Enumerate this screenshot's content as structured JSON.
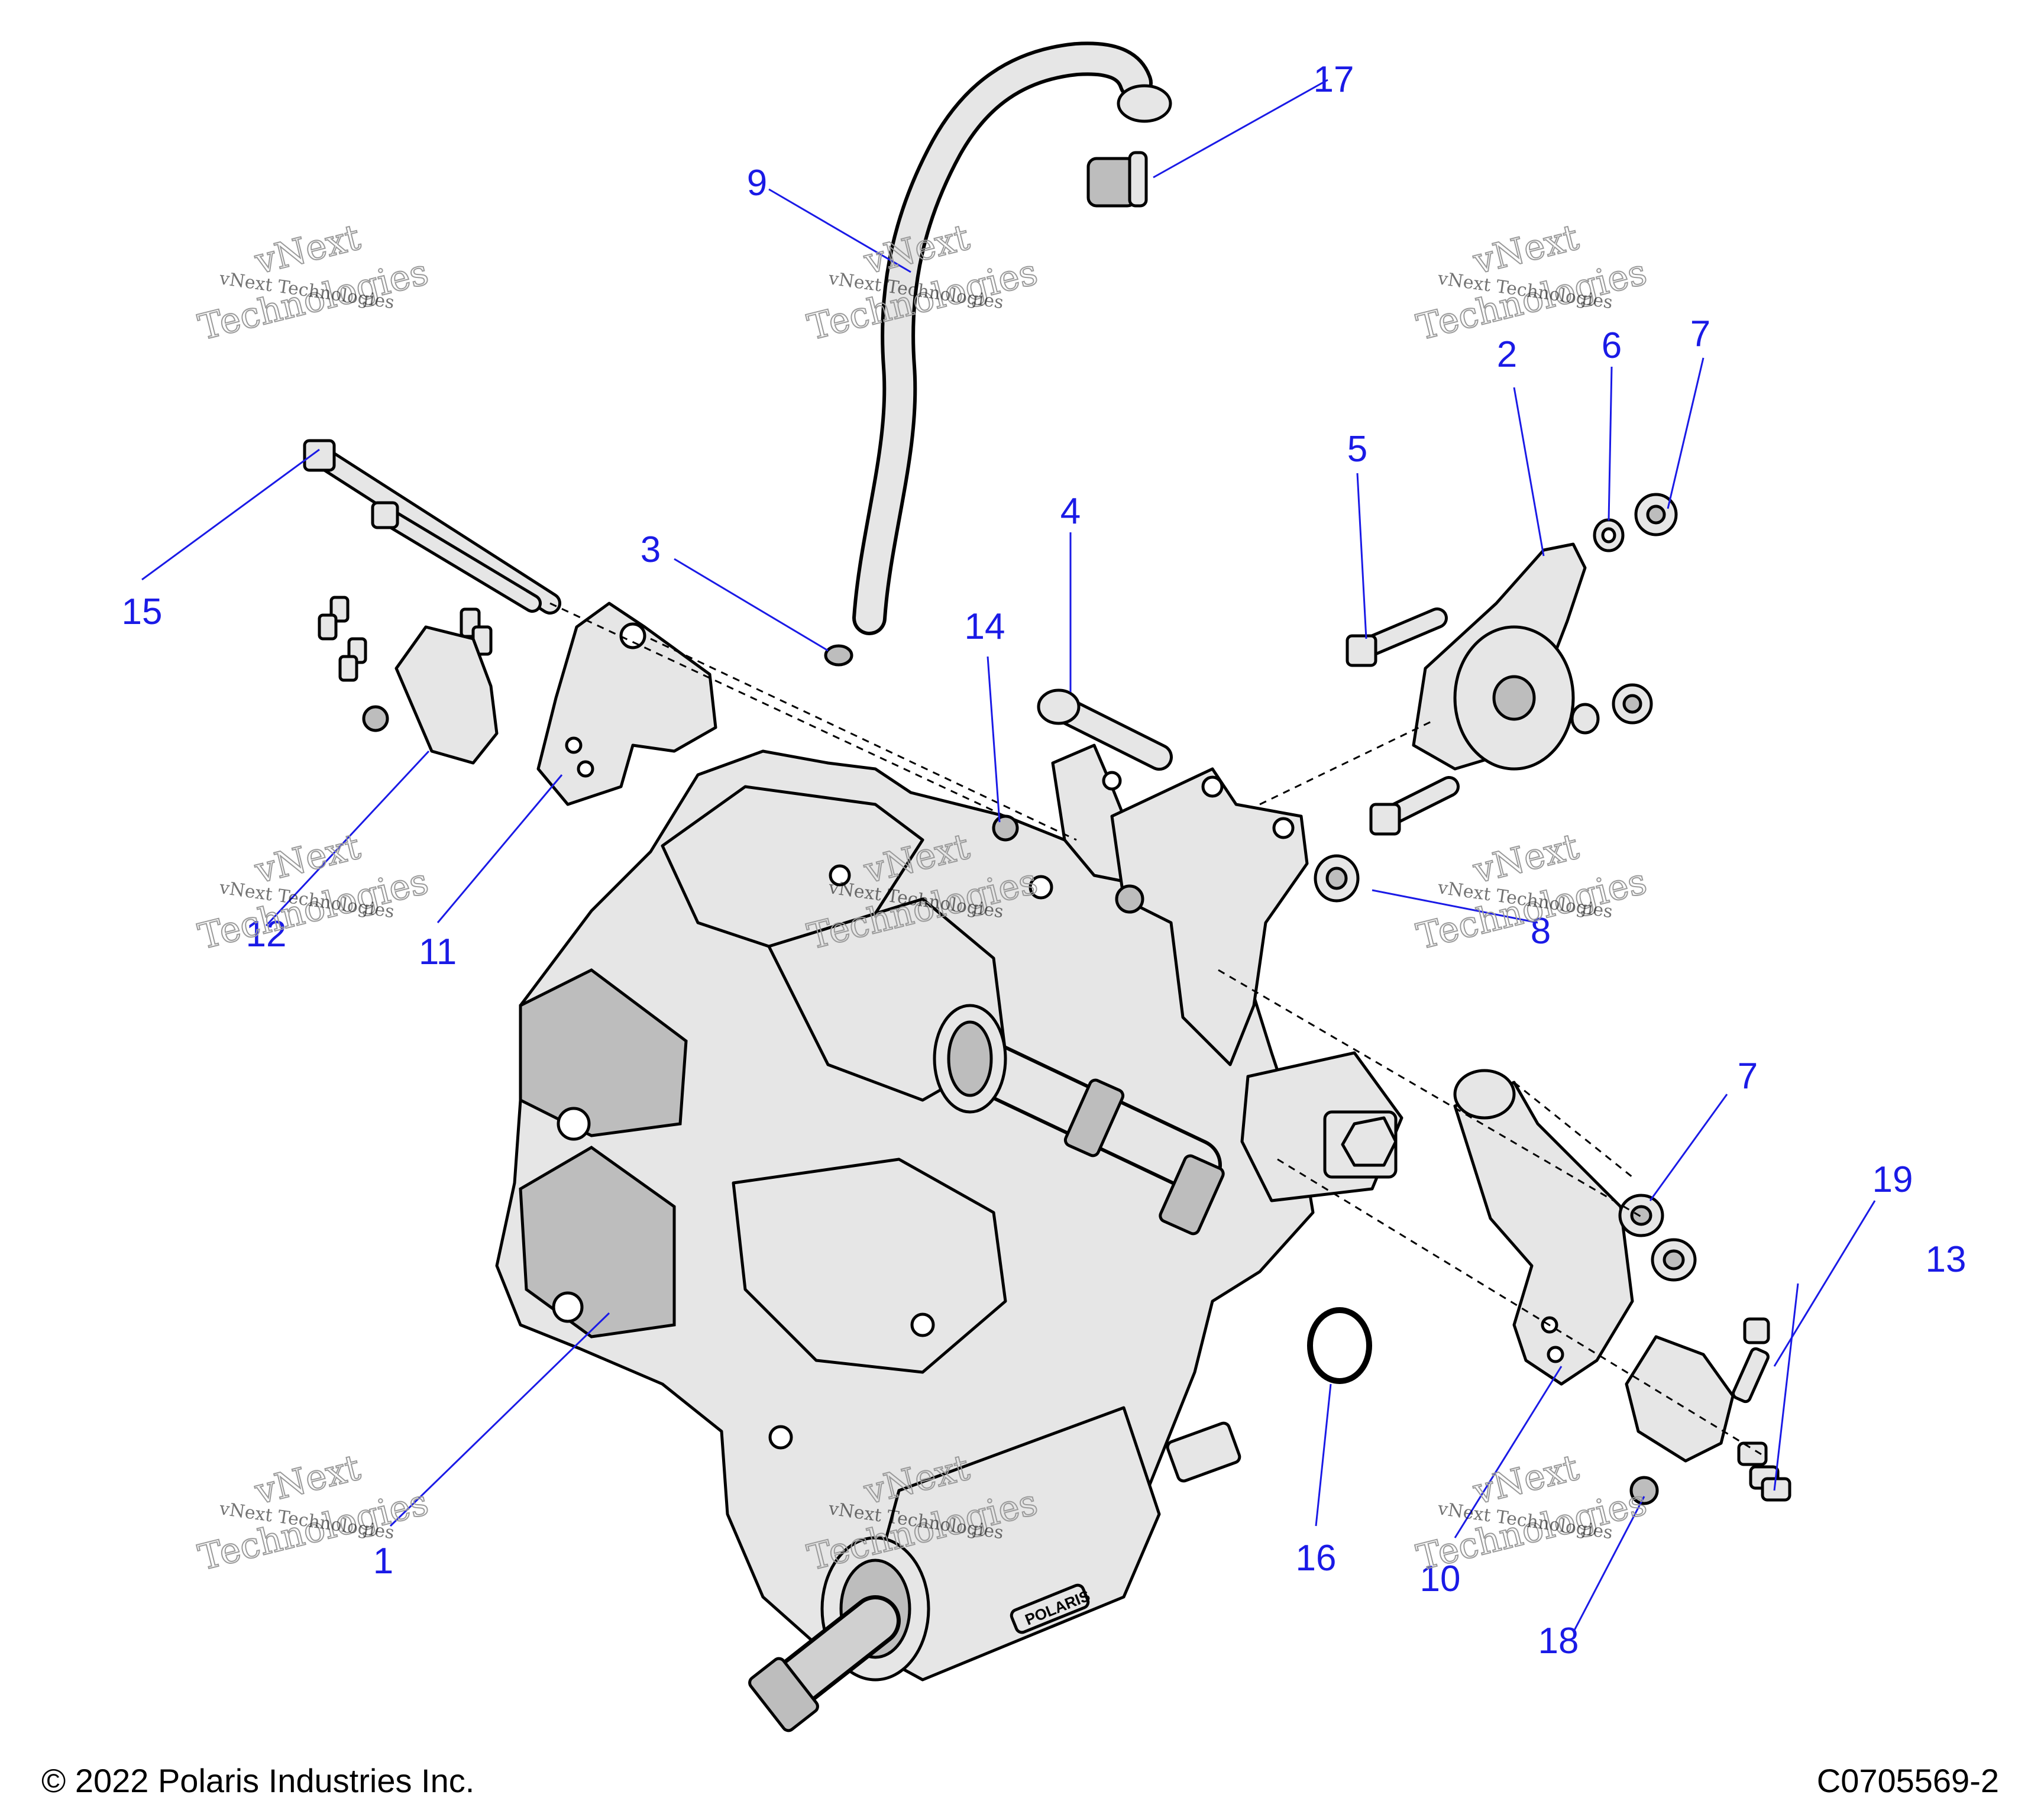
{
  "callouts": [
    "1",
    "2",
    "3",
    "4",
    "5",
    "6",
    "7",
    "7",
    "8",
    "9",
    "10",
    "11",
    "12",
    "13",
    "14",
    "15",
    "16",
    "17",
    "18",
    "19"
  ],
  "watermark": {
    "line1": "vNext Technologies",
    "line2": "vNext",
    "line3": "Technologies"
  },
  "footer": {
    "copyright": "© 2022 Polaris Industries Inc.",
    "drawing_number": "C0705569-2"
  },
  "stamp_text": "POLARIS"
}
